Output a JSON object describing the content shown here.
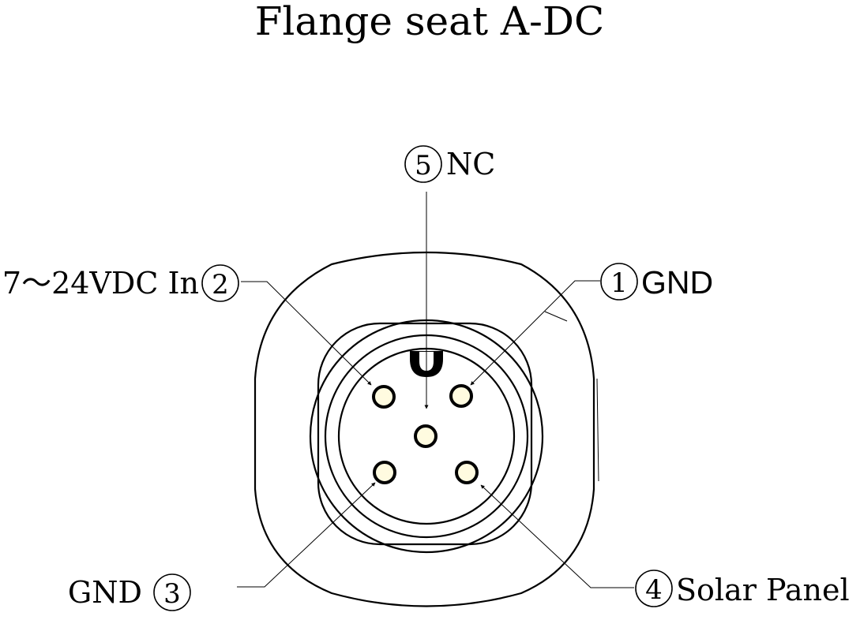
{
  "title": "Flange seat A-DC",
  "pins": [
    {
      "num": "1",
      "label": "GND"
    },
    {
      "num": "2",
      "label": "7～24VDC In"
    },
    {
      "num": "3",
      "label": "GND"
    },
    {
      "num": "4",
      "label": "Solar Panel"
    },
    {
      "num": "5",
      "label": "NC"
    }
  ],
  "colors": {
    "line": "#000000",
    "pin_fill": "#fffbe0",
    "background": "#ffffff"
  }
}
